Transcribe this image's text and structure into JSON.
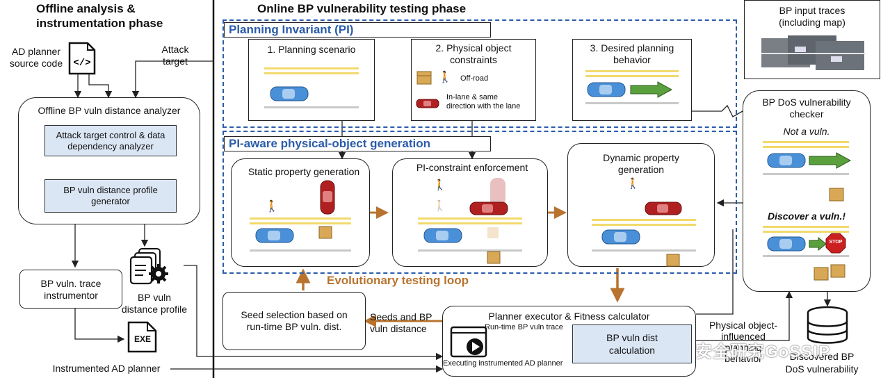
{
  "phases": {
    "offline": "Offline analysis &\ninstrumentation phase",
    "online": "Online BP vulnerability testing phase"
  },
  "offline": {
    "source_code": "AD planner\nsource code",
    "attack_target": "Attack\ntarget",
    "analyzer_title": "Offline BP vuln distance analyzer",
    "attack_control": "Attack target control & data dependency analyzer",
    "profile_generator": "BP vuln distance profile generator",
    "trace_instrumentor": "BP vuln. trace\ninstrumentor",
    "distance_profile": "BP vuln\ndistance profile",
    "exe_label": "EXE",
    "instrumented_planner": "Instrumented AD planner"
  },
  "pi": {
    "header": "Planning Invariant (PI)",
    "scenario": "1. Planning scenario",
    "constraints": "2. Physical object\nconstraints",
    "off_road": "Off-road",
    "in_lane": "In-lane & same\ndirection with the lane",
    "desired": "3. Desired planning\nbehavior"
  },
  "gen": {
    "header": "PI-aware physical-object generation",
    "static": "Static property generation",
    "enforce": "PI-constraint enforcement",
    "dynamic": "Dynamic property\ngeneration"
  },
  "loop": {
    "evolutionary": "Evolutionary testing loop",
    "seed": "Seed selection based on\nrun-time BP vuln. dist.",
    "seeds_label": "Seeds and BP\nvuln distance",
    "executor": "Planner executor & Fitness calculator",
    "runtime_trace": "Run-time BP vuln trace",
    "calc": "BP vuln dist\ncalculation",
    "executing": "Executing instrumented AD planner",
    "influenced": "Physical object-\ninfluenced\nplanning\nbehavior"
  },
  "right": {
    "input_traces": "BP input traces\n(including map)",
    "checker": "BP DoS vulnerability\nchecker",
    "not_vuln": "Not a vuln.",
    "discover": "Discover a vuln.!",
    "stop": "STOP",
    "discovered": "Discovered BP\nDoS vulnerability"
  },
  "watermark": "安全研究GoSSIP",
  "icons": [
    "code-file-icon",
    "document-gear-icon",
    "exe-file-icon",
    "play-window-icon",
    "database-icon",
    "car-icon",
    "pedestrian-icon",
    "box-icon",
    "green-arrow-icon",
    "stop-sign-icon"
  ],
  "colors": {
    "blue_dash": "#2a5caa",
    "loop_brown": "#b8732e",
    "lane_yellow": "#f2d96b",
    "car_blue": "#4a90d9",
    "car_red": "#b02020",
    "green": "#5aa03c",
    "analyzer_fill": "#dbe6f4"
  }
}
